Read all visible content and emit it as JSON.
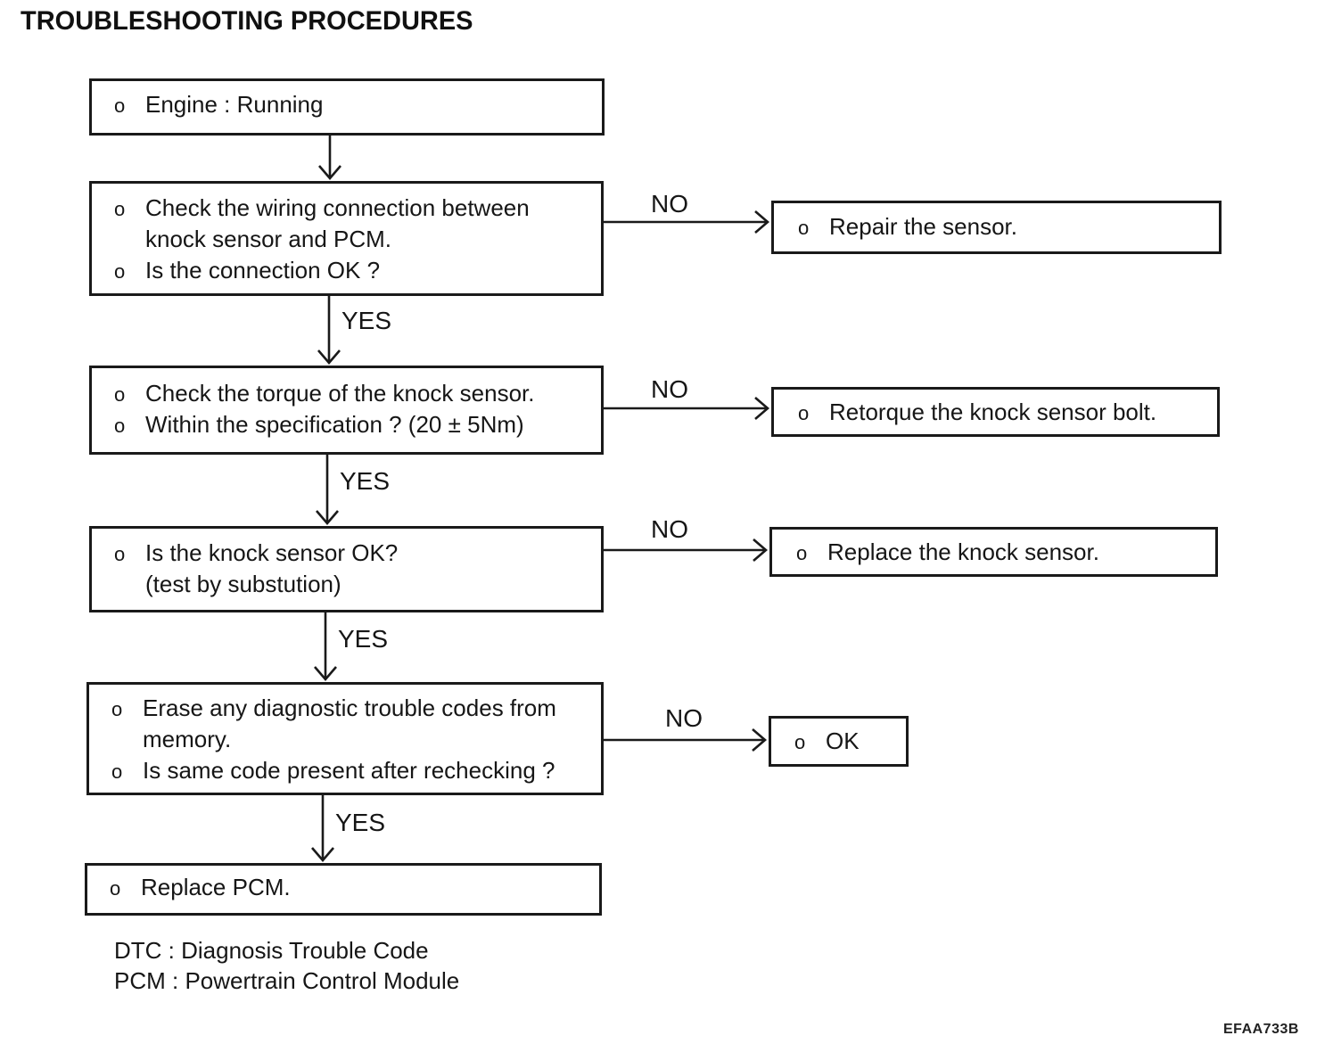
{
  "title": "TROUBLESHOOTING PROCEDURES",
  "figure_code": "EFAA733B",
  "colors": {
    "ink": "#1a1a1a",
    "paper": "#ffffff"
  },
  "labels": {
    "yes": "YES",
    "no": "NO"
  },
  "boxes": {
    "engine_running": {
      "lines": [
        {
          "bullet": "o",
          "text": "Engine : Running"
        }
      ]
    },
    "check_wiring": {
      "lines": [
        {
          "bullet": "o",
          "text": "Check the wiring connection between"
        },
        {
          "bullet": "",
          "text": "knock sensor and PCM."
        },
        {
          "bullet": "o",
          "text": "Is the connection OK ?"
        }
      ]
    },
    "check_torque": {
      "lines": [
        {
          "bullet": "o",
          "text": "Check the torque of the knock sensor."
        },
        {
          "bullet": "o",
          "text": "Within the specification ? (20 ± 5Nm)"
        }
      ]
    },
    "knock_sensor_ok": {
      "lines": [
        {
          "bullet": "o",
          "text": "Is the knock sensor OK?"
        },
        {
          "bullet": "",
          "text": "(test by substution)"
        }
      ]
    },
    "erase_codes": {
      "lines": [
        {
          "bullet": "o",
          "text": "Erase any diagnostic trouble codes from"
        },
        {
          "bullet": "",
          "text": "memory."
        },
        {
          "bullet": "o",
          "text": "Is same code present after rechecking ?"
        }
      ]
    },
    "replace_pcm": {
      "lines": [
        {
          "bullet": "o",
          "text": "Replace PCM."
        }
      ]
    },
    "repair_sensor": {
      "lines": [
        {
          "bullet": "o",
          "text": "Repair the sensor."
        }
      ]
    },
    "retorque_bolt": {
      "lines": [
        {
          "bullet": "o",
          "text": "Retorque the knock sensor bolt."
        }
      ]
    },
    "replace_sensor": {
      "lines": [
        {
          "bullet": "o",
          "text": "Replace the knock sensor."
        }
      ]
    },
    "ok": {
      "lines": [
        {
          "bullet": "o",
          "text": "OK"
        }
      ]
    }
  },
  "flow_edges": [
    {
      "from": "engine_running",
      "to": "check_wiring",
      "label": ""
    },
    {
      "from": "check_wiring",
      "to": "check_torque",
      "label": "YES"
    },
    {
      "from": "check_wiring",
      "to": "repair_sensor",
      "label": "NO"
    },
    {
      "from": "check_torque",
      "to": "knock_sensor_ok",
      "label": "YES"
    },
    {
      "from": "check_torque",
      "to": "retorque_bolt",
      "label": "NO"
    },
    {
      "from": "knock_sensor_ok",
      "to": "erase_codes",
      "label": "YES"
    },
    {
      "from": "knock_sensor_ok",
      "to": "replace_sensor",
      "label": "NO"
    },
    {
      "from": "erase_codes",
      "to": "replace_pcm",
      "label": "YES"
    },
    {
      "from": "erase_codes",
      "to": "ok",
      "label": "NO"
    }
  ],
  "legend": {
    "dtc": "DTC : Diagnosis Trouble Code",
    "pcm": "PCM : Powertrain Control Module"
  }
}
